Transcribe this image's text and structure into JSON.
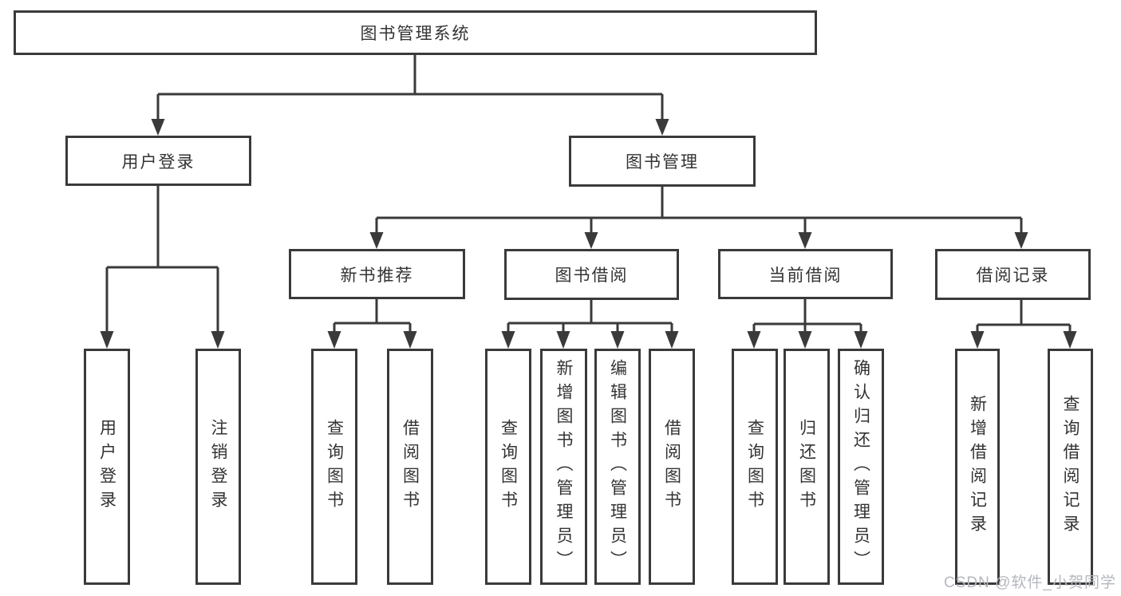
{
  "diagram": {
    "root": {
      "label": "图书管理系统"
    },
    "children": [
      {
        "label": "用户登录",
        "children": [
          {
            "label": "用户登录"
          },
          {
            "label": "注销登录"
          }
        ]
      },
      {
        "label": "图书管理",
        "children": [
          {
            "label": "新书推荐",
            "children": [
              {
                "label": "查询图书"
              },
              {
                "label": "借阅图书"
              }
            ]
          },
          {
            "label": "图书借阅",
            "children": [
              {
                "label": "查询图书"
              },
              {
                "label": "新增图书（管理员）"
              },
              {
                "label": "编辑图书（管理员）"
              },
              {
                "label": "借阅图书"
              }
            ]
          },
          {
            "label": "当前借阅",
            "children": [
              {
                "label": "查询图书"
              },
              {
                "label": "归还图书"
              },
              {
                "label": "确认归还（管理员）"
              }
            ]
          },
          {
            "label": "借阅记录",
            "children": [
              {
                "label": "新增借阅记录"
              },
              {
                "label": "查询借阅记录"
              }
            ]
          }
        ]
      }
    ]
  },
  "watermark": {
    "text": "CSDN @软件_小贺同学"
  },
  "colors": {
    "line": "#3a3a3a",
    "text": "#333333",
    "watermark": "#b4b7be",
    "background": "#ffffff"
  }
}
